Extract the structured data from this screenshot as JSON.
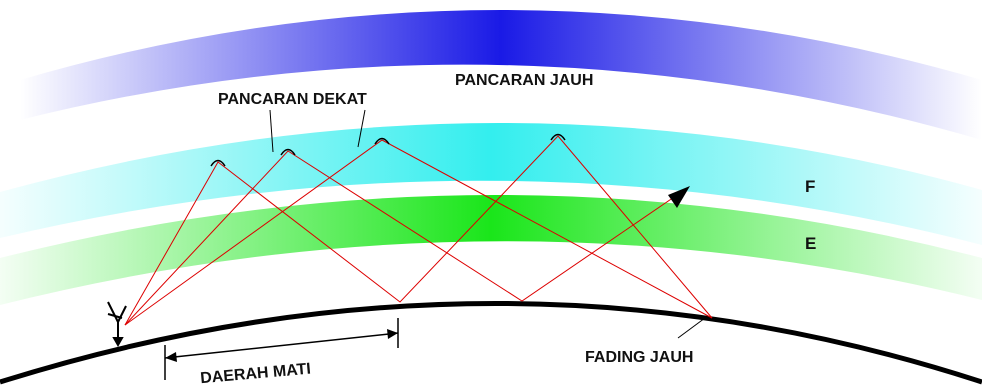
{
  "labels": {
    "far_beam": "PANCARAN JAUH",
    "near_beam": "PANCARAN DEKAT",
    "layer_f": "F",
    "layer_e": "E",
    "dead_zone": "DAERAH MATI",
    "far_fading": "FADING JAUH"
  },
  "colors": {
    "outer_band": "#1a1ae6",
    "f_layer": "#33eeee",
    "e_layer": "#1ae61a",
    "rays": "#dd0000",
    "ground": "#000000",
    "text": "#111111"
  },
  "icons": {
    "antenna": "antenna-icon",
    "arrow": "arrowhead-icon"
  }
}
